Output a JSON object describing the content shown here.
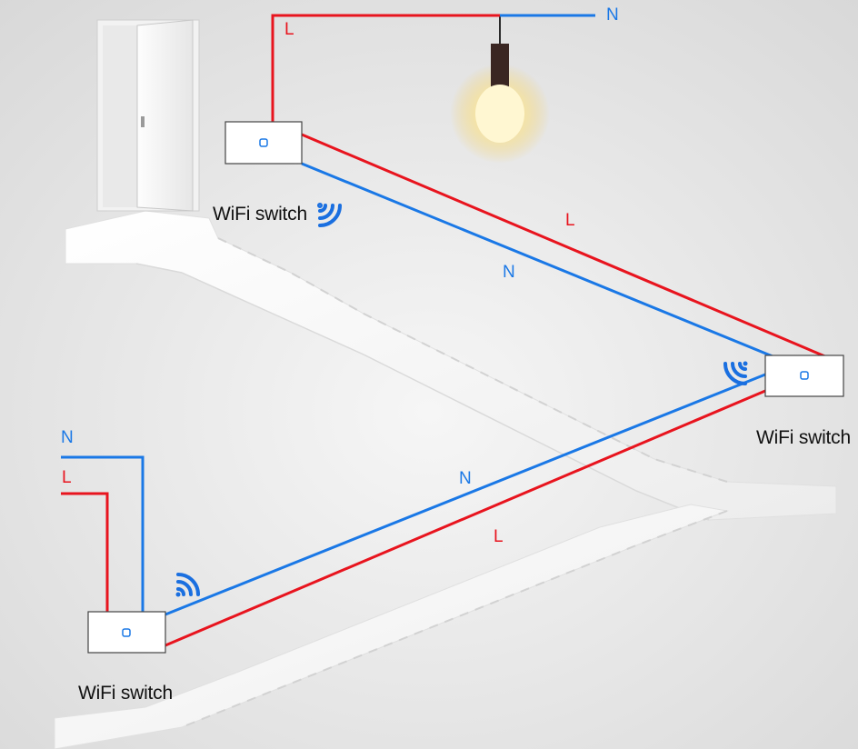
{
  "colors": {
    "live": "#e8141e",
    "neutral": "#1a78e6",
    "signal": "#1a6fe0",
    "background": "#e4e4e4"
  },
  "captions": {
    "top_left_switch": "WiFi switch",
    "right_switch": "WiFi switch",
    "bottom_left_switch": "WiFi switch"
  },
  "wire_labels": {
    "top_l": "L",
    "top_n": "N",
    "upper_diagonal_l": "L",
    "upper_diagonal_n": "N",
    "left_n": "N",
    "left_l": "L",
    "lower_diagonal_n": "N",
    "lower_diagonal_l": "L"
  },
  "icons": {
    "switches": "wall-switch-icon",
    "signal": "wifi-signal-icon",
    "lamp": "light-bulb-icon",
    "door": "door-icon"
  }
}
